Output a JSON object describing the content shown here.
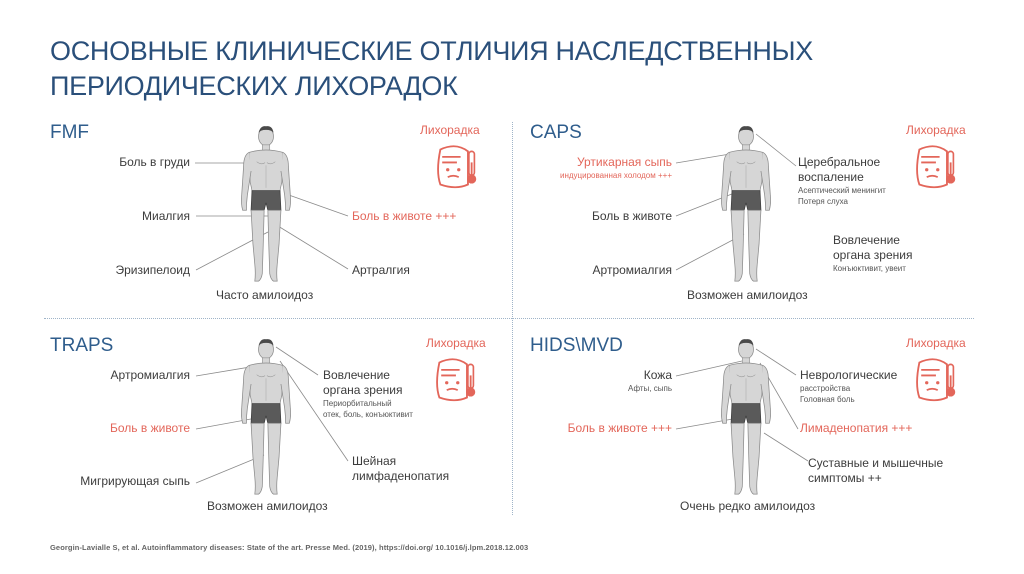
{
  "title": {
    "line1": "ОСНОВНЫЕ КЛИНИЧЕСКИЕ ОТЛИЧИЯ НАСЛЕДСТВЕННЫХ",
    "line2": "ПЕРИОДИЧЕСКИХ ЛИХОРАДОК"
  },
  "colors": {
    "title": "#2a4f7a",
    "accent": "#e3665a",
    "text": "#3c3c3c",
    "figure": "#c8c8c8",
    "shorts": "#5a5a5a"
  },
  "icons": {
    "fever": "fever-thermometer-face-icon",
    "figure": "human-body-figure-icon"
  },
  "fmf": {
    "name": "FMF",
    "fever": "Лихорадка",
    "chest_pain": "Боль в груди",
    "myalgia": "Миалгия",
    "erysipeloid": "Эризипелоид",
    "abdominal_pain": "Боль в животе +++",
    "arthralgia": "Артралгия",
    "bottom": "Часто амилоидоз"
  },
  "caps": {
    "name": "CAPS",
    "fever": "Лихорадка",
    "urticaria": "Уртикарная сыпь",
    "urticaria_sub": "индуцированная холодом +++",
    "abdominal_pain": "Боль в животе",
    "arthromyalgia": "Артромиалгия",
    "cerebral_line1": "Церебральное",
    "cerebral_line2": "воспаление",
    "cerebral_sub1": "Асептический менингит",
    "cerebral_sub2": "Потеря слуха",
    "eye_line1": "Вовлечение",
    "eye_line2": "органа зрения",
    "eye_sub": "Конъюктивит, увеит",
    "bottom": "Возможен амилоидоз"
  },
  "traps": {
    "name": "TRAPS",
    "fever": "Лихорадка",
    "arthromyalgia": "Артромиалгия",
    "abdominal_pain": "Боль в животе",
    "migrating_rash": "Мигрирующая сыпь",
    "eye_line1": "Вовлечение",
    "eye_line2": "органа зрения",
    "eye_sub1": "Периорбитальный",
    "eye_sub2": "отек, боль, конъюктивит",
    "lymph_line1": "Шейная",
    "lymph_line2": "лимфаденопатия",
    "bottom": "Возможен амилоидоз"
  },
  "hids": {
    "name": "HIDS\\MVD",
    "fever": "Лихорадка",
    "skin": "Кожа",
    "skin_sub": "Афты, сыпь",
    "abdominal_pain": "Боль в животе +++",
    "neuro_line1": "Неврологические",
    "neuro_sub1": "расстройства",
    "neuro_sub2": "Головная боль",
    "lymphadenopathy": "Лимаденопатия +++",
    "joint_line1": "Суставные и мышечные",
    "joint_line2": "симптомы ++",
    "bottom": "Очень редко амилоидоз"
  },
  "citation": "Georgin-Lavialle S, et al. Autoinflammatory diseases: State of the art. Presse Med. (2019), https://doi.org/ 10.1016/j.lpm.2018.12.003"
}
